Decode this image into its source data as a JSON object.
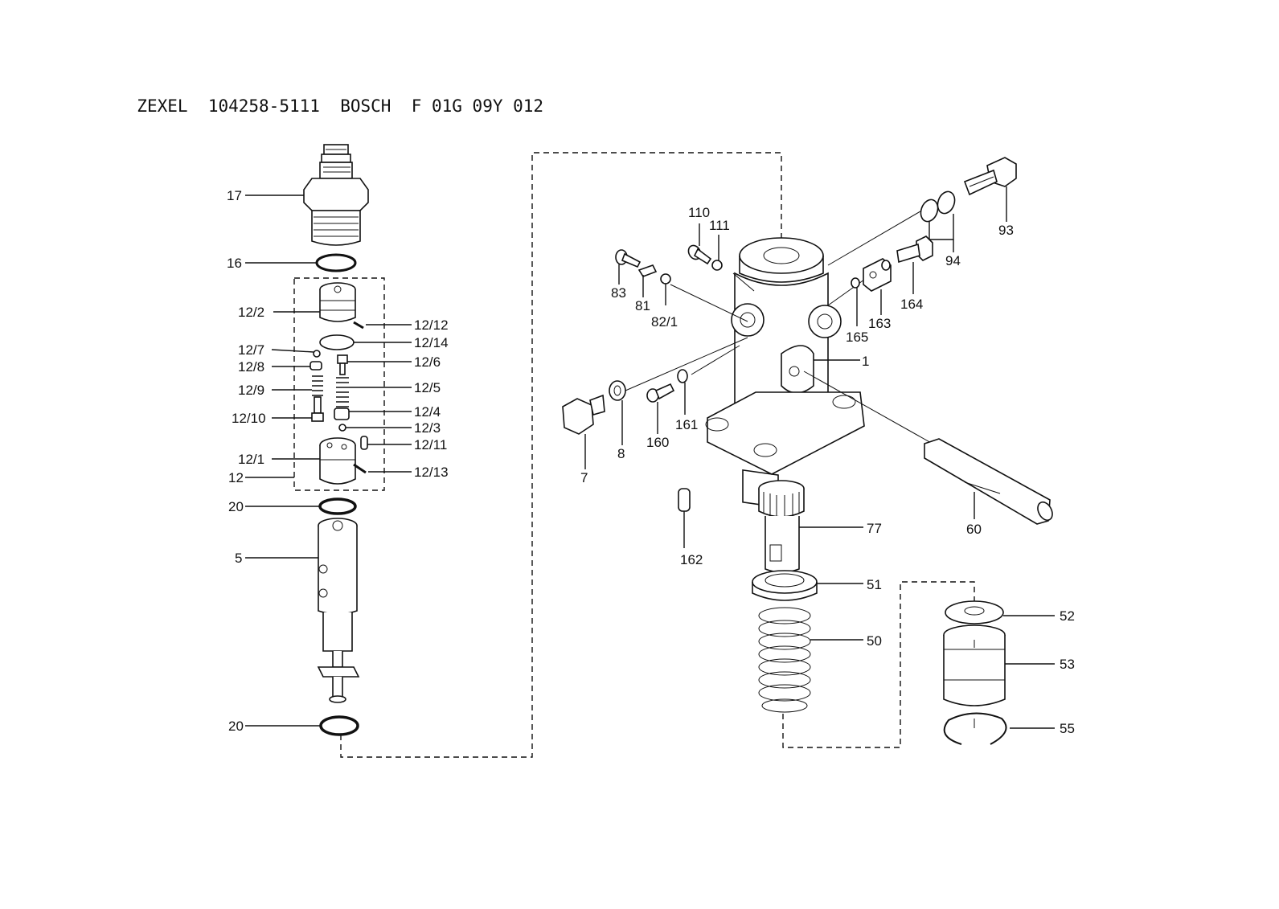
{
  "title": {
    "brand1": "ZEXEL",
    "part_no1": "104258-5111",
    "brand2": "BOSCH",
    "part_no2": "F 01G 09Y 012"
  },
  "labels": {
    "l17": "17",
    "l16": "16",
    "l12_2": "12/2",
    "l12_12": "12/12",
    "l12_14": "12/14",
    "l12_7": "12/7",
    "l12_6": "12/6",
    "l12_8": "12/8",
    "l12_5": "12/5",
    "l12_9": "12/9",
    "l12_4": "12/4",
    "l12_10": "12/10",
    "l12_3": "12/3",
    "l12_11": "12/11",
    "l12_1": "12/1",
    "l12_13": "12/13",
    "l12": "12",
    "l20a": "20",
    "l5": "5",
    "l20b": "20",
    "l110": "110",
    "l111": "111",
    "l83": "83",
    "l81": "81",
    "l82_1": "82/1",
    "l93": "93",
    "l94": "94",
    "l164": "164",
    "l163": "163",
    "l165": "165",
    "l1": "1",
    "l7": "7",
    "l8": "8",
    "l160": "160",
    "l161": "161",
    "l60": "60",
    "l162": "162",
    "l77": "77",
    "l51": "51",
    "l50": "50",
    "l52": "52",
    "l53": "53",
    "l55": "55"
  }
}
